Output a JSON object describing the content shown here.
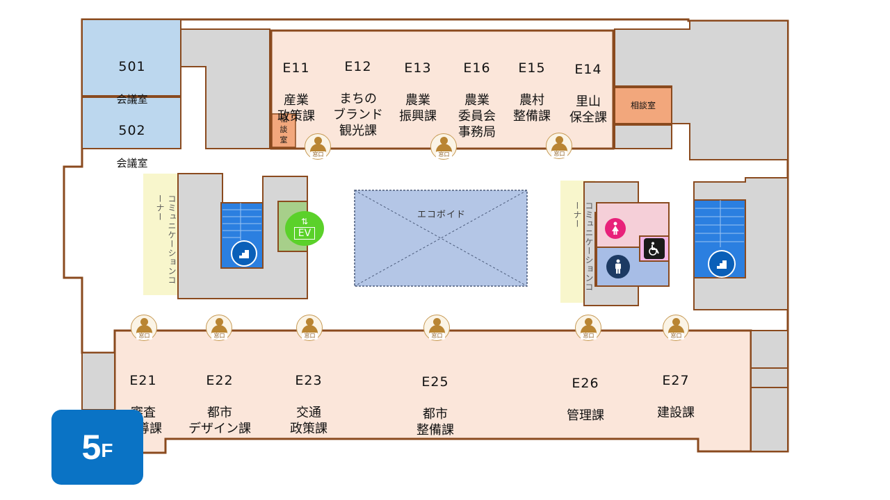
{
  "floor": {
    "number": "5",
    "suffix": "F"
  },
  "rooms": {
    "conf_501": {
      "code": "501",
      "name": "会議室"
    },
    "conf_502": {
      "code": "502",
      "name": "会議室"
    },
    "e11": {
      "code": "E11",
      "name": "産業\n政策課"
    },
    "e12": {
      "code": "E12",
      "name": "まちの\nブランド\n観光課"
    },
    "e13": {
      "code": "E13",
      "name": "農業\n振興課"
    },
    "e16": {
      "code": "E16",
      "name": "農業\n委員会\n事務局"
    },
    "e15": {
      "code": "E15",
      "name": "農村\n整備課"
    },
    "e14": {
      "code": "E14",
      "name": "里山\n保全課"
    },
    "e21": {
      "code": "E21",
      "name": "審査\n指導課"
    },
    "e22": {
      "code": "E22",
      "name": "都市\nデザイン課"
    },
    "e23": {
      "code": "E23",
      "name": "交通\n政策課"
    },
    "e25": {
      "code": "E25",
      "name": "都市\n整備課"
    },
    "e26": {
      "code": "E26",
      "name": "管理課"
    },
    "e27": {
      "code": "E27",
      "name": "建設課"
    }
  },
  "consult_small": "相\n談\n室",
  "consult_right": "相談室",
  "eco_void": "エコボイド",
  "community_corner": "コミュニケーションコーナー",
  "elevator": {
    "label": "EV",
    "color": "#5bd12a"
  },
  "window_label": "窓口",
  "colors": {
    "office_fill": "#fbe6da",
    "wall": "#8a4a1e",
    "conf_fill": "#bcd7ee",
    "grey": "#d6d6d6",
    "stairs": "#2b7fe0",
    "void": "#b4c6e6",
    "community": "#f8f6cc",
    "consult_fill": "#f2a77c",
    "badge": "#0a73c5",
    "female": "#e8217a",
    "male": "#1d3a63"
  },
  "icons": {
    "female": "female-restroom-icon",
    "male": "male-restroom-icon",
    "accessible": "wheelchair-icon",
    "stairs": "stairs-icon",
    "window": "service-counter-icon"
  }
}
